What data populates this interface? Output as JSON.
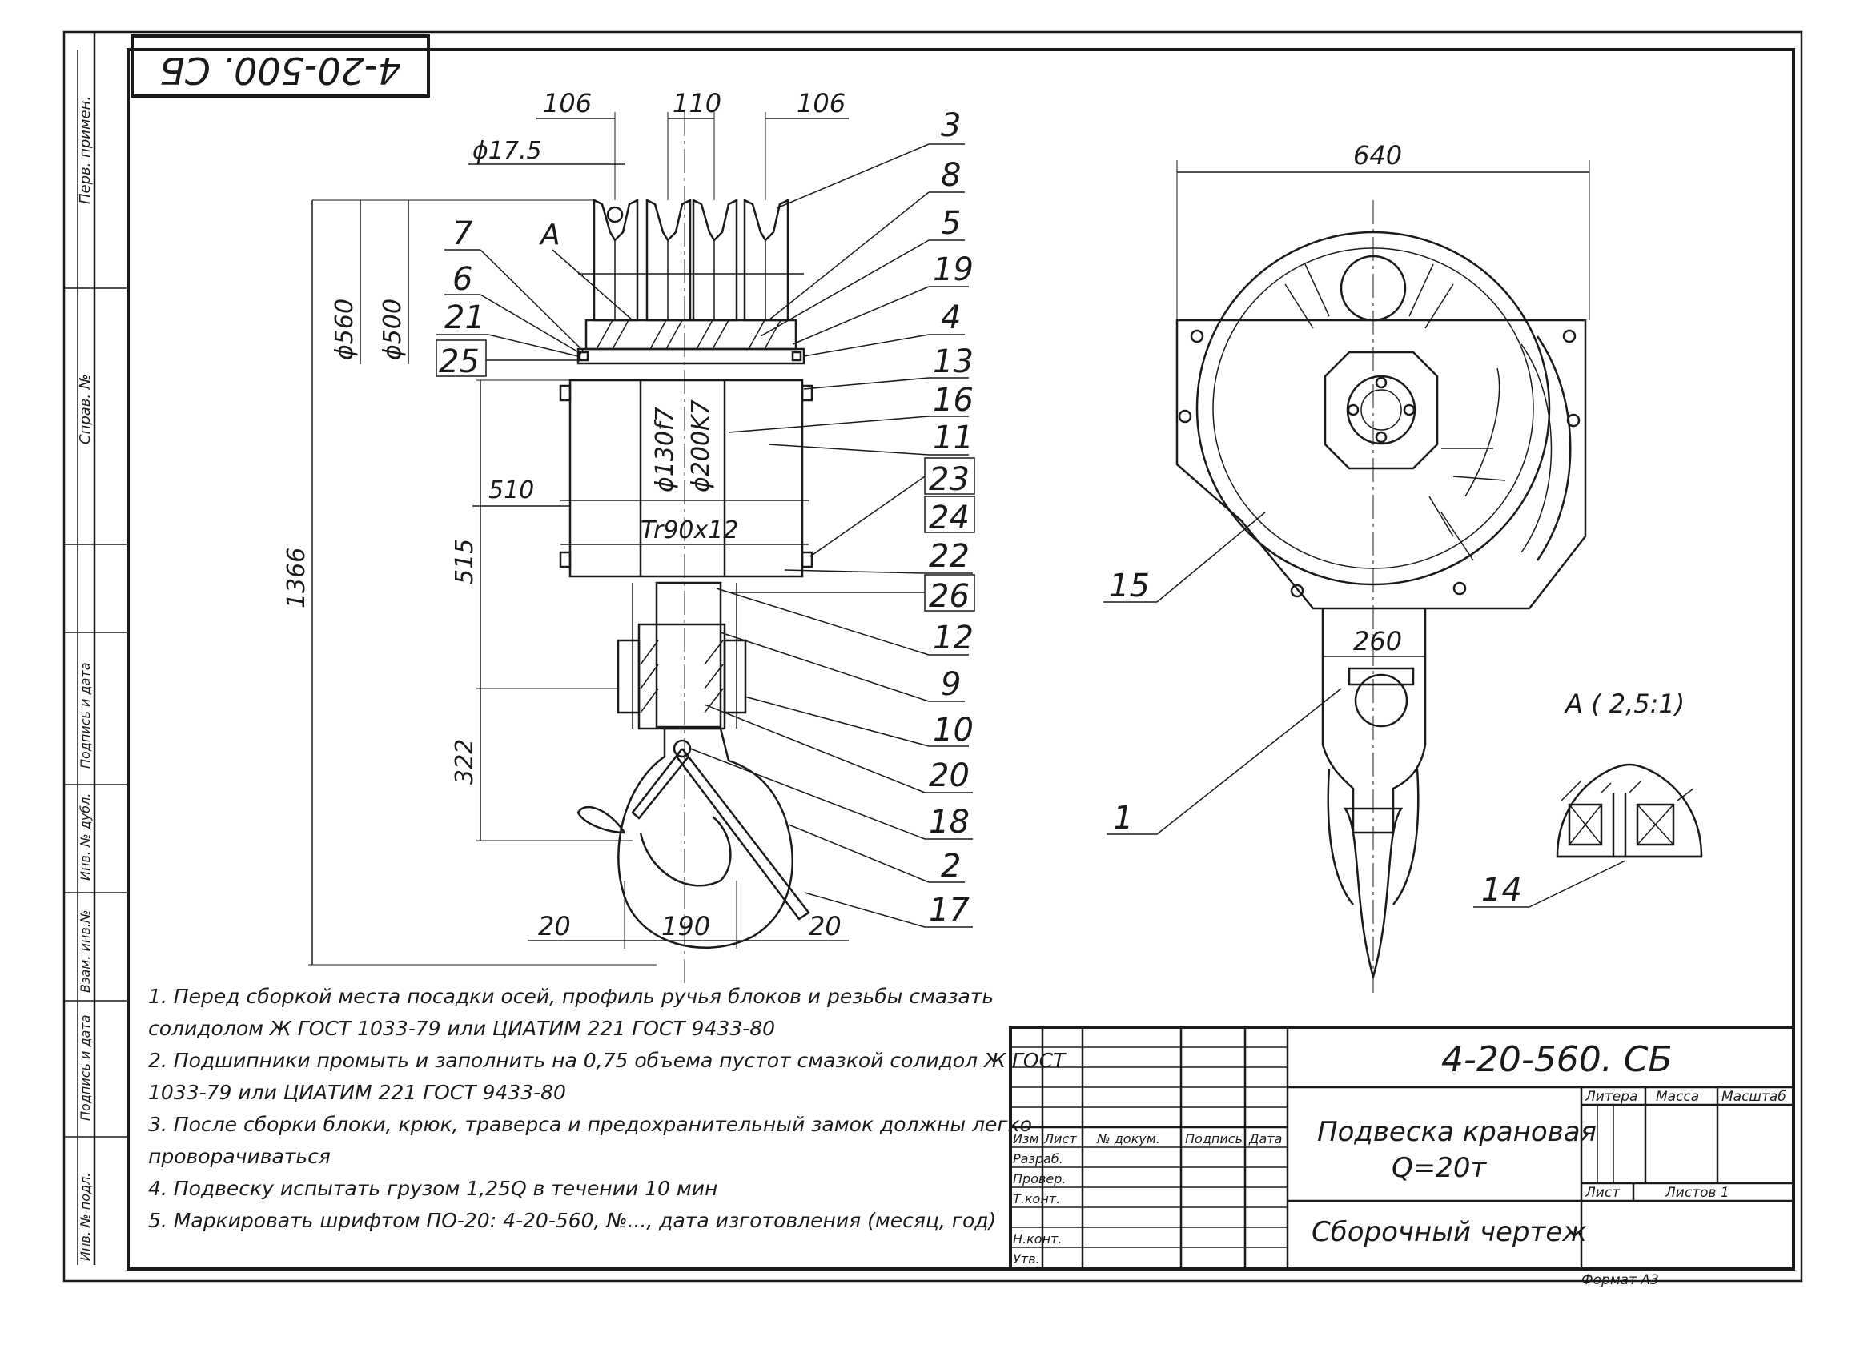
{
  "stamp_rotated": "4-20-500. СБ",
  "side_columns": {
    "perv_primen": "Перв. примен.",
    "sprav_no": "Справ. №",
    "podpis_data_1": "Подпись и дата",
    "inv_dubl": "Инв. № дубл.",
    "vzam_inv": "Взам. инв.№",
    "podpis_data_2": "Подпись и дата",
    "inv_podl": "Инв. № подл."
  },
  "dimensions": {
    "d106_left": "106",
    "d110": "110",
    "d106_right": "106",
    "d17_5": "ϕ17.5",
    "d560": "ϕ560",
    "d500": "ϕ500",
    "d510": "510",
    "d1366": "1366",
    "d515": "515",
    "d322": "322",
    "d130f7": "ϕ130f7",
    "d200k7": "ϕ200K7",
    "tr90": "Tr90x12",
    "d20_left": "20",
    "d190": "190",
    "d20_right": "20",
    "d640": "640",
    "d260": "260"
  },
  "labels": {
    "section_a": "A",
    "view_a": "A ( 2,5:1)"
  },
  "callouts": [
    "3",
    "8",
    "5",
    "19",
    "4",
    "13",
    "16",
    "11",
    "23",
    "24",
    "22",
    "26",
    "12",
    "9",
    "10",
    "20",
    "18",
    "2",
    "17",
    "7",
    "6",
    "21",
    "25",
    "15",
    "1",
    "14"
  ],
  "notes": [
    "1. Перед сборкой места посадки осей, профиль ручья блоков и резьбы смазать",
    "солидолом Ж ГОСТ 1033-79 или ЦИАТИМ 221 ГОСТ 9433-80",
    "2. Подшипники промыть и заполнить на 0,75 объема пустот смазкой солидол Ж ГОСТ",
    "1033-79 или ЦИАТИМ 221 ГОСТ 9433-80",
    "3. После сборки блоки, крюк, траверса и предохранительный замок должны легко",
    "проворачиваться",
    "4. Подвеску испытать грузом 1,25Q в течении 10 мин",
    "5. Маркировать шрифтом ПО-20: 4-20-560, №..., дата изготовления (месяц, год)"
  ],
  "title_block": {
    "designation": "4-20-560. СБ",
    "name_line1": "Подвеска крановая",
    "name_line2": "Q=20т",
    "doc_type": "Сборочный чертеж",
    "litera": "Литера",
    "massa": "Масса",
    "masshtab": "Масштаб",
    "list": "Лист",
    "listov": "Листов 1",
    "izm": "Изм",
    "list_col": "Лист",
    "n_dokum": "№ докум.",
    "podpis": "Подпись",
    "data": "Дата",
    "razrab": "Разраб.",
    "prover": "Провер.",
    "tkont": "Т.конт.",
    "nkont": "Н.конт.",
    "utv": "Утв.",
    "format": "Формат А3"
  }
}
